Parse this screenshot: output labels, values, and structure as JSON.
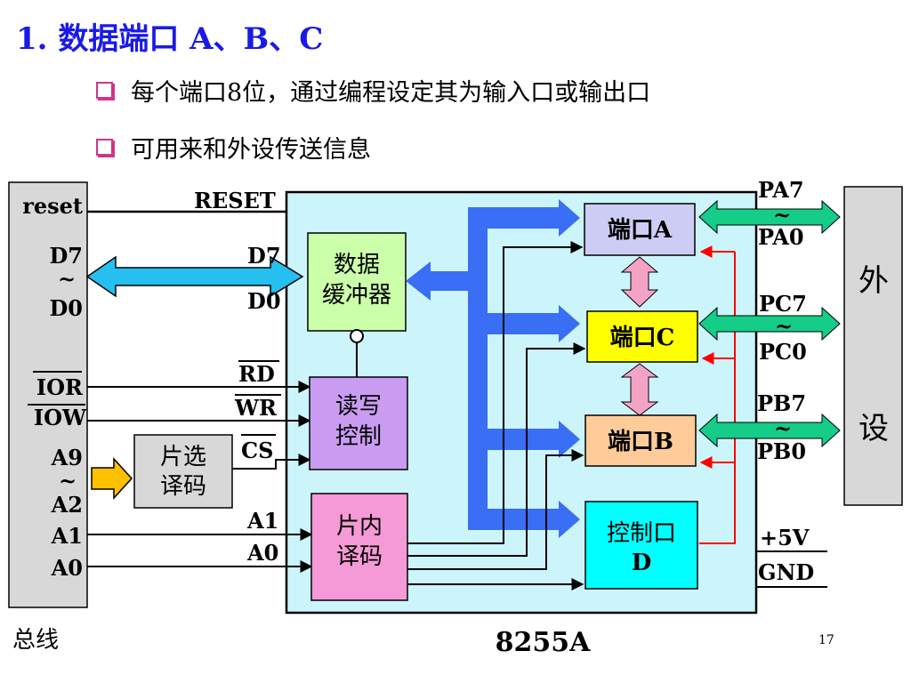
{
  "title": "1. 数据端口 A、B、C",
  "bullets": [
    "每个端口8位，通过编程设定其为输入口或输出口",
    "可用来和外设传送信息"
  ],
  "bus": {
    "caption": "总线",
    "reset": "reset",
    "d_hi": "D7",
    "tilde": "~",
    "d_lo": "D0",
    "ior": "IOR",
    "iow": "IOW",
    "a_hi": "A9",
    "a_lo": "A2",
    "a1": "A1",
    "a0": "A0"
  },
  "chip": {
    "name": "8255A",
    "reset": "RESET",
    "d_hi": "D7",
    "d_lo": "D0",
    "rd": "RD",
    "wr": "WR",
    "cs": "CS",
    "a1": "A1",
    "a0": "A0"
  },
  "blocks": {
    "data_buffer": [
      "数据",
      "缓冲器"
    ],
    "rw_control": [
      "读写",
      "控制"
    ],
    "chip_select_decoder": [
      "片选",
      "译码"
    ],
    "internal_decoder": [
      "片内",
      "译码"
    ],
    "port_a": "端口A",
    "port_c": "端口C",
    "port_b": "端口B",
    "control_port": [
      "控制口",
      "D"
    ]
  },
  "pins": {
    "pa_hi": "PA7",
    "pa_lo": "PA0",
    "pc_hi": "PC7",
    "pc_lo": "PC0",
    "pb_hi": "PB7",
    "pb_lo": "PB0",
    "tilde": "~",
    "vcc": "+5V",
    "gnd": "GND"
  },
  "peripheral": [
    "外",
    "设"
  ],
  "page_number": "17",
  "colors": {
    "title": "#1a1ae6",
    "bus_bg": "#d8d8d8",
    "chip_bg": "#ccf5fb",
    "data_buffer": "#ccffaa",
    "rw_control": "#c99cf2",
    "internal_decoder": "#f59ad6",
    "port_a": "#ccccf5",
    "port_c": "#ffff00",
    "port_b": "#ffcc99",
    "control_port": "#00ffff",
    "bus_arrow": "#3a6ef5",
    "data_arrow": "#25bff0",
    "port_arrow": "#15cc88",
    "pink_arrow": "#f3a4c6",
    "red_line": "#ff0000",
    "input_arrow": "#ffc000"
  }
}
